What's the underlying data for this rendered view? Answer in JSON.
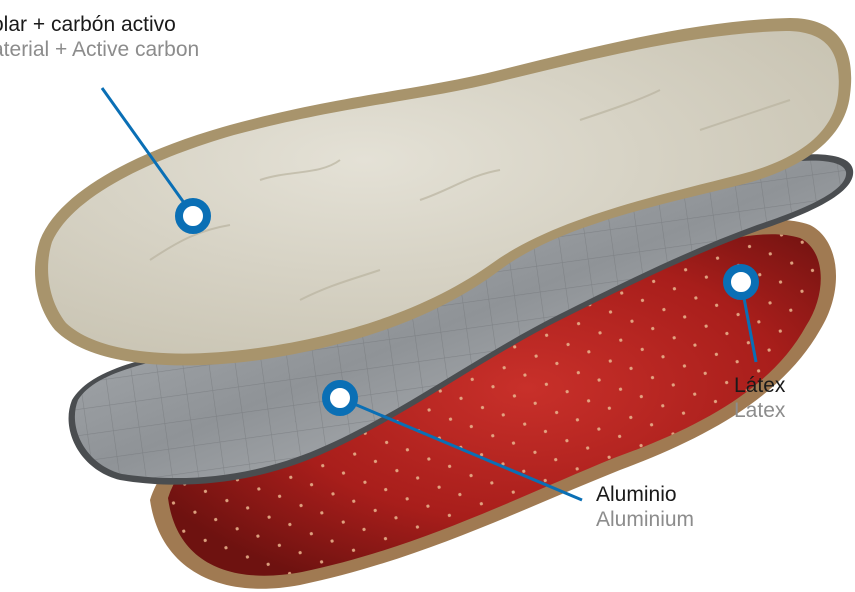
{
  "layers": [
    {
      "id": "fleece",
      "label_es": "Forro polar + carbón activo",
      "label_en": "Fleece material + Active carbon",
      "visible_es": "olar + carbón activo",
      "visible_en": "aterial + Active carbon"
    },
    {
      "id": "aluminium",
      "label_es": "Aluminio",
      "label_en": "Aluminium"
    },
    {
      "id": "latex",
      "label_es": "Látex",
      "label_en": "Latex"
    }
  ],
  "colors": {
    "callout": "#0a6fb5",
    "fleece": "#d8d4c6",
    "fleece_edge": "#a8946c",
    "aluminium": "#9a9ea2",
    "latex": "#b3231f",
    "latex_edge": "#a07a52"
  }
}
